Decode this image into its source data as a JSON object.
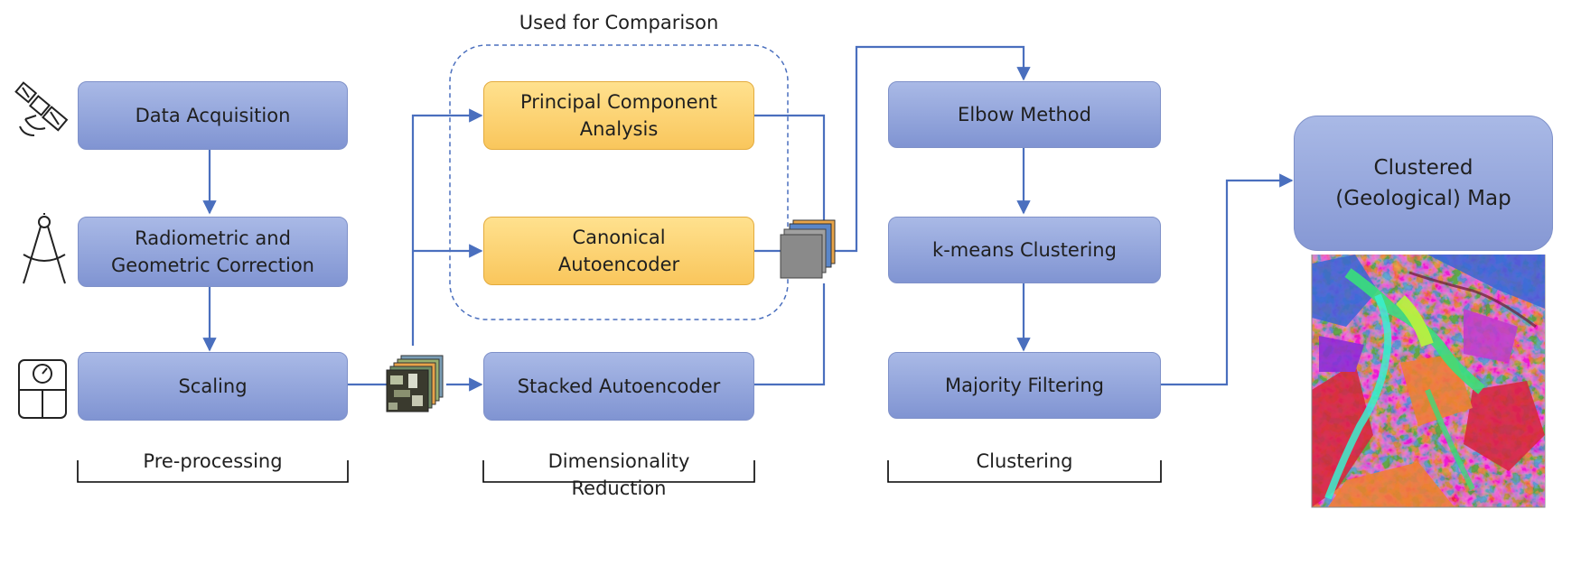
{
  "comparison_group": {
    "title": "Used for Comparison"
  },
  "nodes": {
    "data_acquisition": {
      "label": "Data Acquisition"
    },
    "radiometric_correction": {
      "line1": "Radiometric and",
      "line2": "Geometric Correction"
    },
    "scaling": {
      "label": "Scaling"
    },
    "pca": {
      "line1": "Principal Component",
      "line2": "Analysis"
    },
    "canonical_autoencoder": {
      "line1": "Canonical",
      "line2": "Autoencoder"
    },
    "stacked_autoencoder": {
      "label": "Stacked Autoencoder"
    },
    "elbow_method": {
      "label": "Elbow Method"
    },
    "kmeans": {
      "label": "k-means Clustering"
    },
    "majority_filtering": {
      "label": "Majority Filtering"
    },
    "clustered_map": {
      "line1": "Clustered",
      "line2": "(Geological) Map"
    }
  },
  "stages": {
    "preprocessing": {
      "label": "Pre-processing"
    },
    "dimensionality_reduction": {
      "line1": "Dimensionality",
      "line2": "Reduction"
    },
    "clustering": {
      "label": "Clustering"
    }
  },
  "colors": {
    "arrow": "#4a6fbe",
    "process_box": "#8ea0d8",
    "comparison_box": "#fdd57a",
    "bracket": "#000000"
  },
  "icons": [
    "satellite-icon",
    "compass-icon",
    "scale-icon"
  ]
}
